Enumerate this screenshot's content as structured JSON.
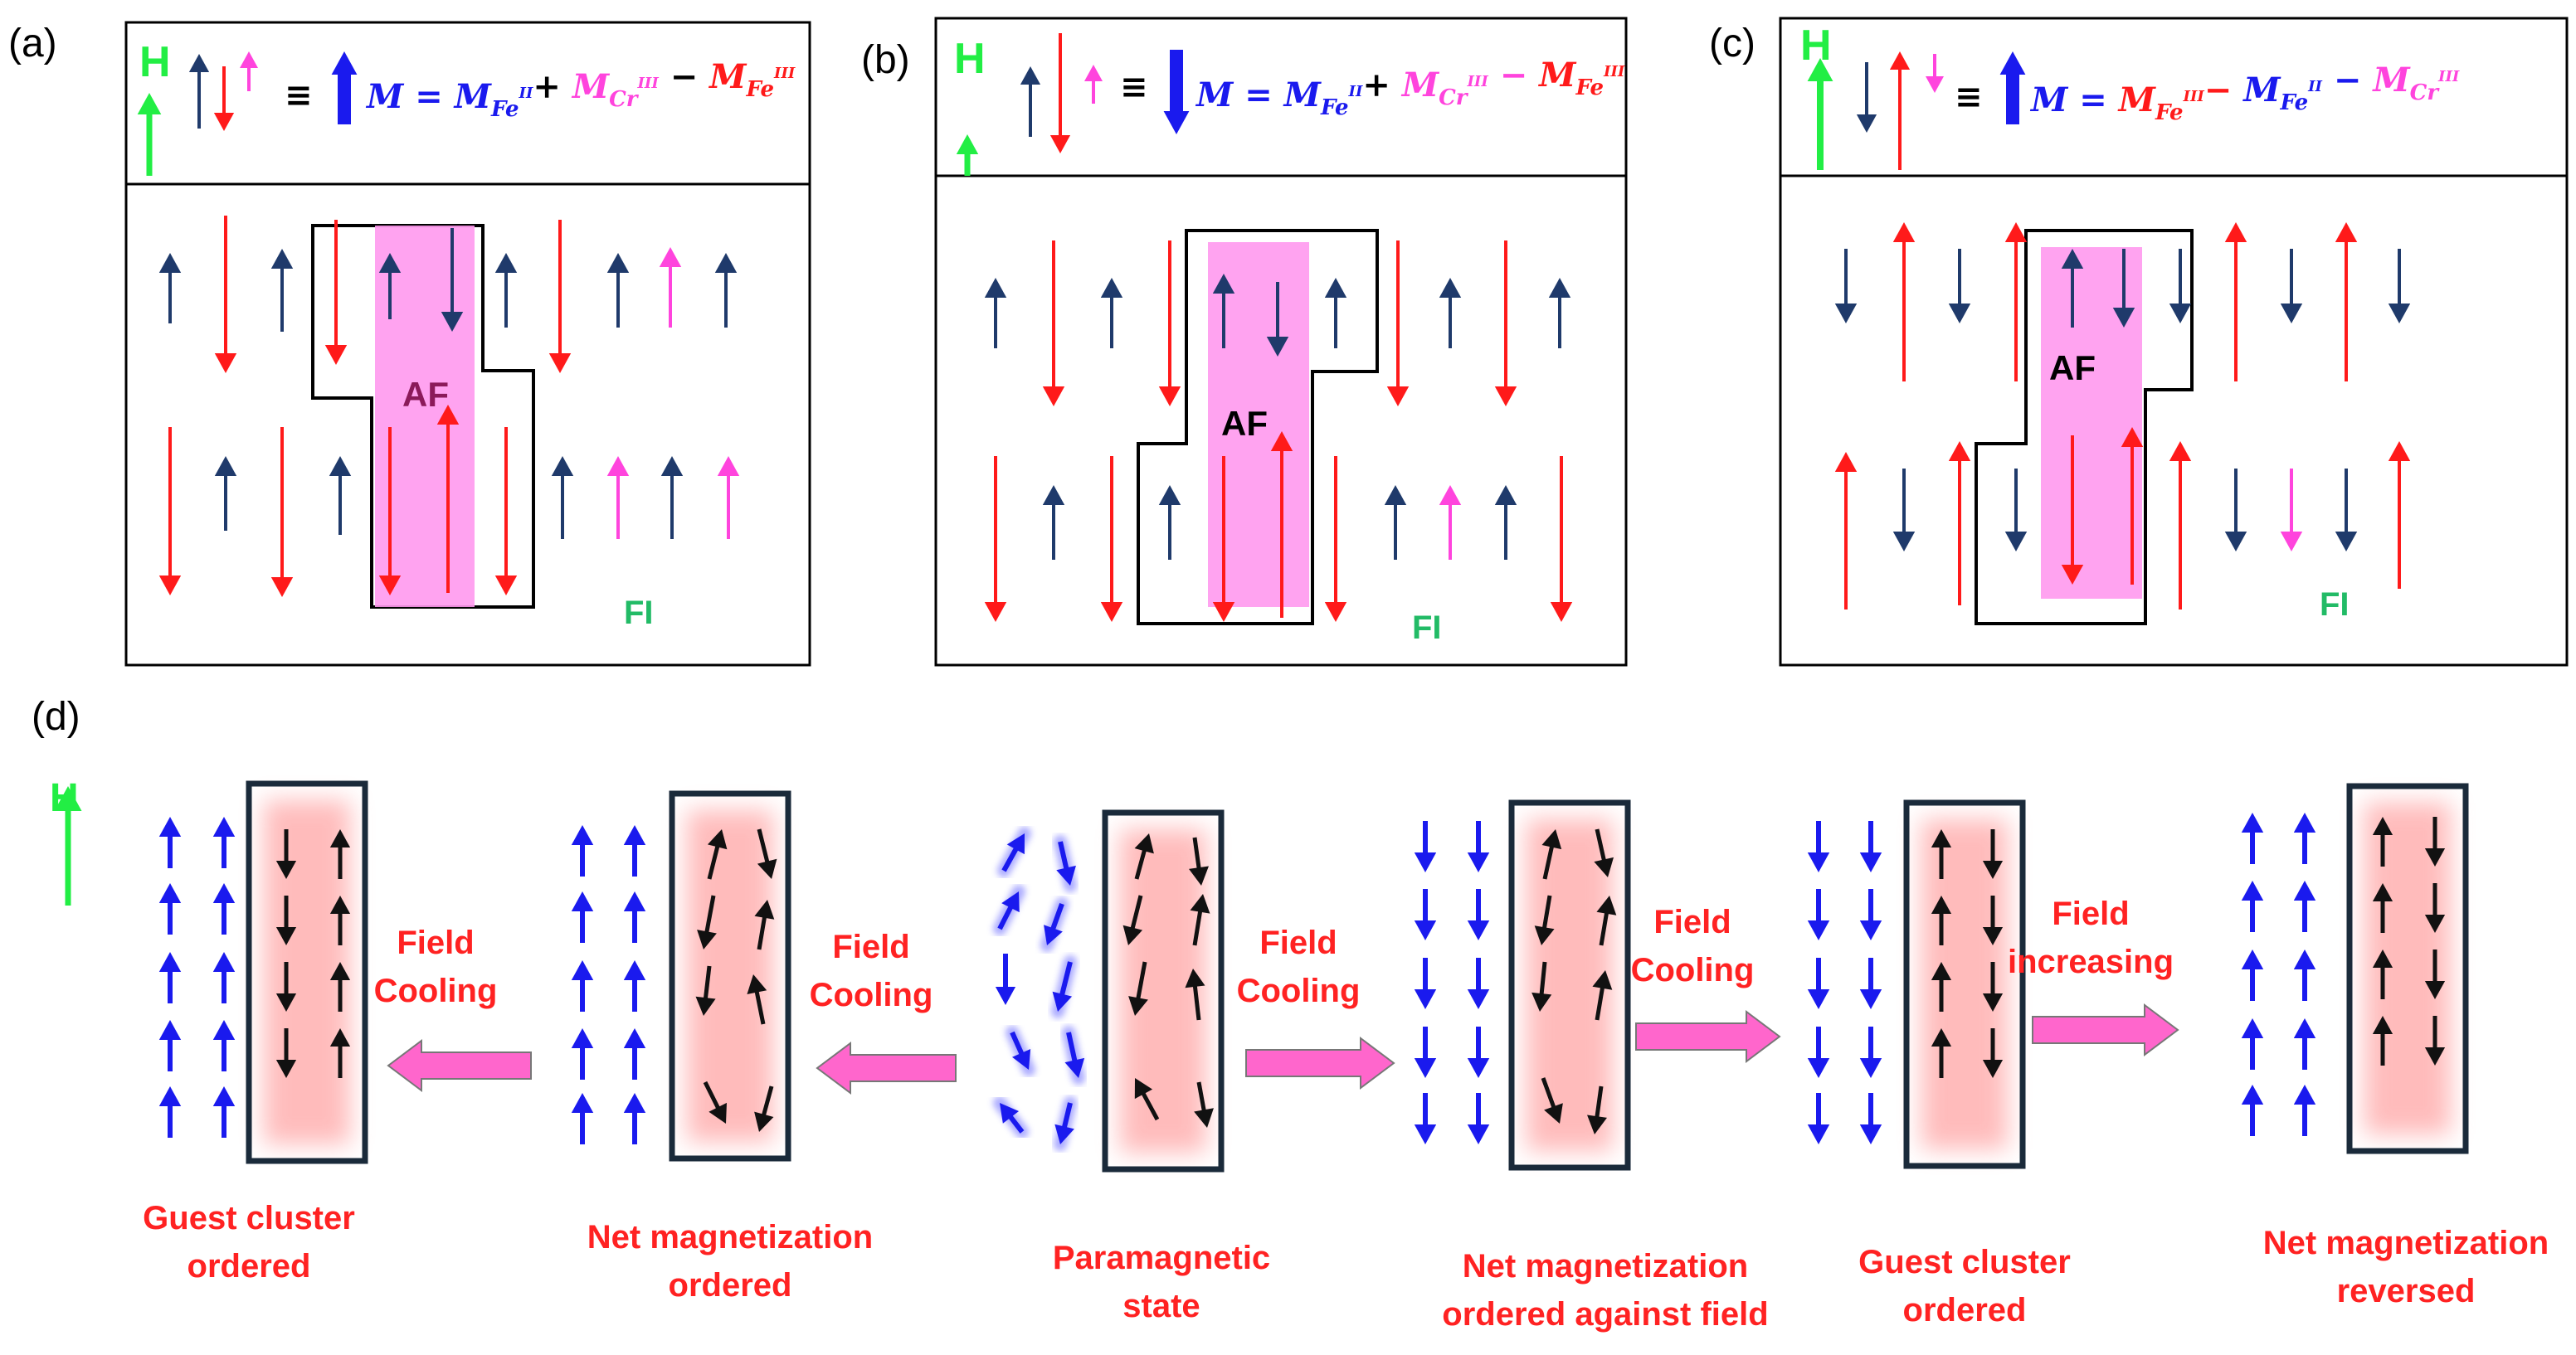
{
  "colors": {
    "navy": "#1f3a6b",
    "red": "#ff1a1a",
    "pink": "#ff44dd",
    "green": "#22ee44",
    "blue": "#1a1aee",
    "magenta_fill": "#ff99ee",
    "label_red": "#ff2222",
    "af_text_a": "#8b1a5a",
    "fi_green": "#22bb66",
    "arrow_pink": "#ff66cc"
  },
  "panels": [
    {
      "tag": "(a)",
      "field": "H",
      "equiv": "≡",
      "net_direction": "up",
      "equation": [
        {
          "t": "M",
          "c": "blue"
        },
        {
          "t": " = ",
          "c": "blue"
        },
        {
          "t": "M",
          "c": "blue",
          "sub": "Fe",
          "sup": "II"
        },
        {
          "t": "+ ",
          "c": "black"
        },
        {
          "t": "M",
          "c": "pink",
          "sub": "Cr",
          "sup": "III"
        },
        {
          "t": " − ",
          "c": "black"
        },
        {
          "t": "M",
          "c": "red",
          "sub": "Fe",
          "sup": "III"
        }
      ],
      "af_label": "AF",
      "fi_label": "FI"
    },
    {
      "tag": "(b)",
      "field": "H",
      "equiv": "≡",
      "net_direction": "down",
      "equation": [
        {
          "t": "M",
          "c": "blue"
        },
        {
          "t": " = ",
          "c": "blue"
        },
        {
          "t": "M",
          "c": "blue",
          "sub": "Fe",
          "sup": "II"
        },
        {
          "t": "+ ",
          "c": "black"
        },
        {
          "t": "M",
          "c": "pink",
          "sub": "Cr",
          "sup": "III"
        },
        {
          "t": " − ",
          "c": "pink"
        },
        {
          "t": "M",
          "c": "red",
          "sub": "Fe",
          "sup": "III"
        }
      ],
      "af_label": "AF",
      "fi_label": "FI"
    },
    {
      "tag": "(c)",
      "field": "H",
      "equiv": "≡",
      "net_direction": "up",
      "equation": [
        {
          "t": "M",
          "c": "blue"
        },
        {
          "t": " = ",
          "c": "blue"
        },
        {
          "t": "M",
          "c": "red",
          "sub": "Fe",
          "sup": "III"
        },
        {
          "t": "− ",
          "c": "red"
        },
        {
          "t": "M",
          "c": "blue",
          "sub": "Fe",
          "sup": "II"
        },
        {
          "t": " − ",
          "c": "blue"
        },
        {
          "t": "M",
          "c": "pink",
          "sub": "Cr",
          "sup": "III"
        }
      ],
      "af_label": "AF",
      "fi_label": "FI"
    }
  ],
  "panel_d": {
    "tag": "(d)",
    "field": "H",
    "states": [
      "Guest cluster ordered",
      "Net magnetization ordered",
      "Paramagnetic state",
      "Net magnetization ordered against field",
      "Guest cluster ordered",
      "Net magnetization reversed"
    ],
    "state_lines": [
      [
        "Guest cluster",
        "ordered"
      ],
      [
        "Net magnetization",
        "ordered"
      ],
      [
        "Paramagnetic",
        "state"
      ],
      [
        "Net magnetization",
        "ordered against field"
      ],
      [
        "Guest cluster",
        "ordered"
      ],
      [
        "Net magnetization",
        "reversed"
      ]
    ],
    "transitions": [
      {
        "lines": [
          "Field",
          "Cooling"
        ],
        "direction": "left"
      },
      {
        "lines": [
          "Field",
          "Cooling"
        ],
        "direction": "left"
      },
      {
        "lines": [
          "Field",
          "Cooling"
        ],
        "direction": "right"
      },
      {
        "lines": [
          "Field",
          "Cooling"
        ],
        "direction": "right"
      },
      {
        "lines": [
          "Field",
          "increasing"
        ],
        "direction": "right"
      }
    ]
  }
}
